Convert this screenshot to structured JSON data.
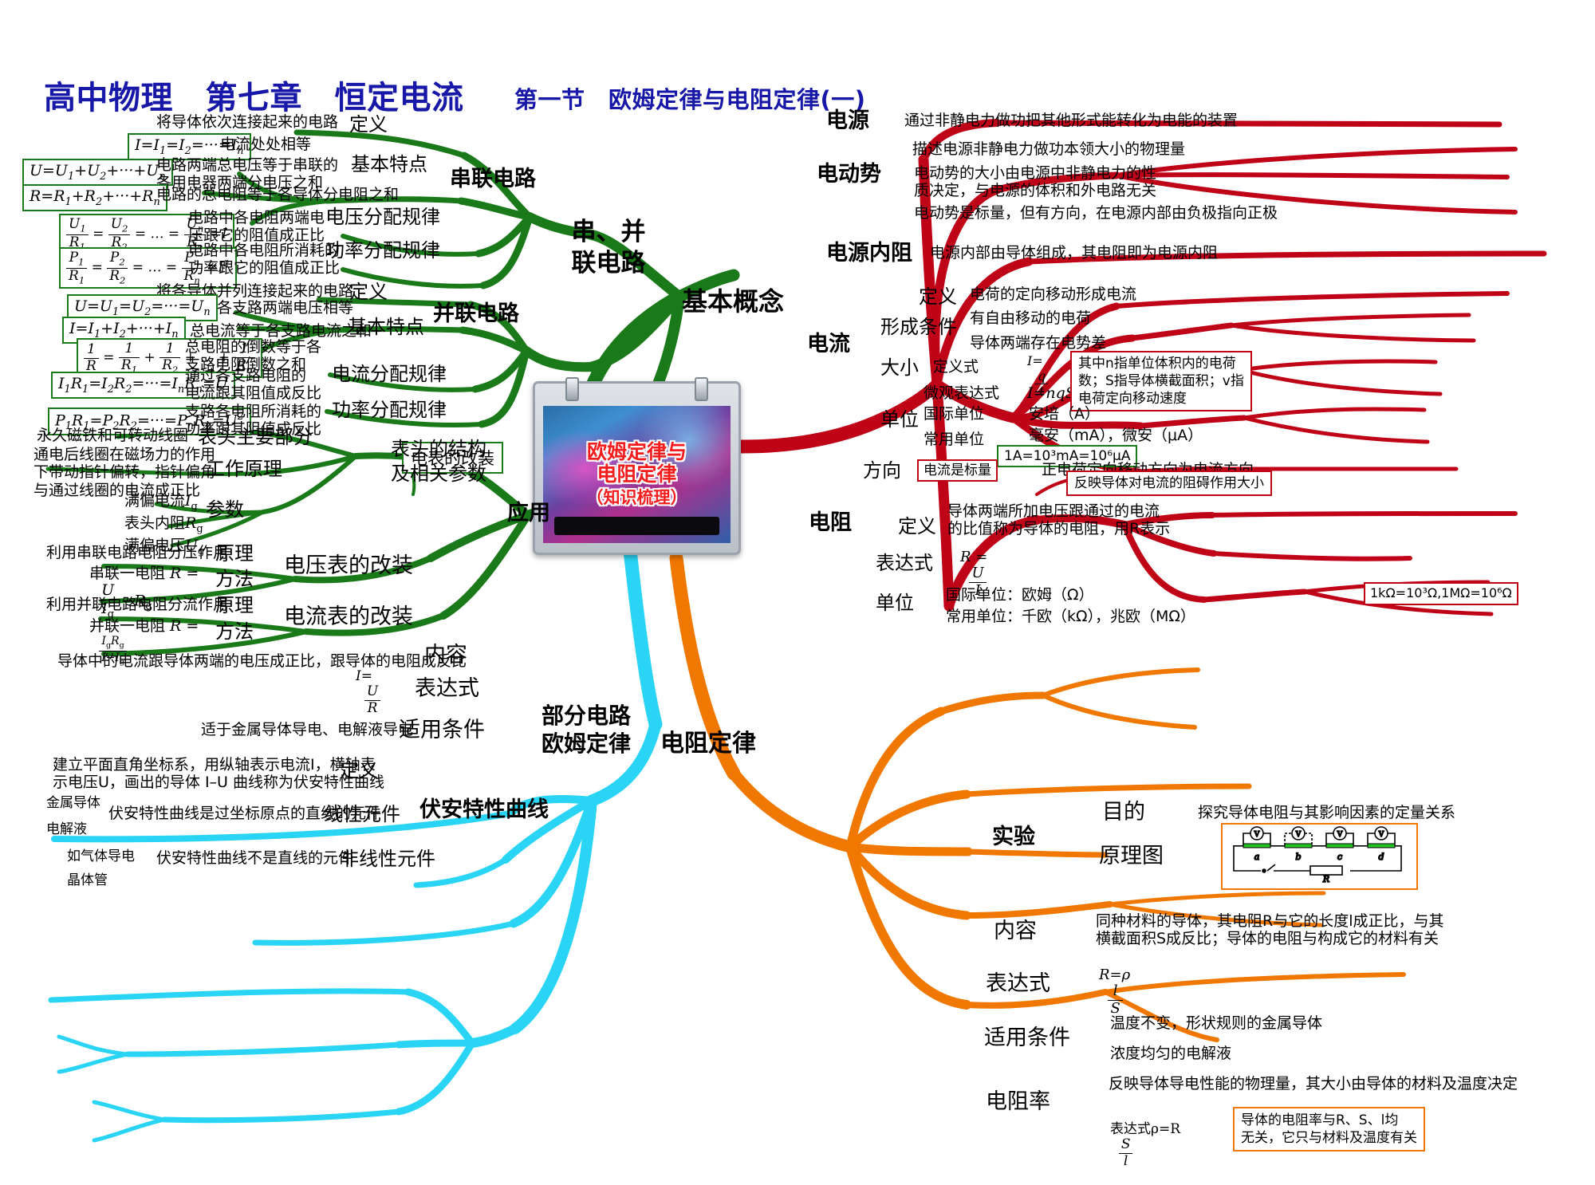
{
  "title": "高中物理　第七章　恒定电流",
  "subtitle": "第一节　欧姆定律与电阻定律(一)",
  "center": {
    "line1": "欧姆定律与",
    "line2": "电阻定律",
    "line3": "（知识梳理）"
  },
  "colors": {
    "title": "#1717a8",
    "green": "#1a7a1a",
    "red": "#c00418",
    "cyan": "#29d4f5",
    "orange": "#f07800"
  },
  "branches": {
    "series_parallel": "串、并\n联电路",
    "basic_concepts": "基本概念",
    "partial_ohm": "部分电路\n欧姆定律",
    "resistance_law": "电阻定律"
  },
  "series": {
    "label": "串联电路",
    "def_label": "定义",
    "def_text": "将导体依次连接起来的电路",
    "basic_label": "基本特点",
    "basic": [
      {
        "formula": "I=I₁=I₂=···=Iₙ",
        "text": "电流处处相等"
      },
      {
        "formula": "U=U₁+U₂+···+Uₙ",
        "text": "电路两端总电压等于串联的\n各用电器两端分电压之和"
      },
      {
        "formula": "R=R₁+R₂+···+Rₙ",
        "text": "电路的总电阻等于各导体分电阻之和"
      }
    ],
    "voltage_rule_label": "电压分配规律",
    "voltage_rule_text": "电路中各电阻两端电\n压跟它的阻值成正比",
    "power_rule_label": "功率分配规律",
    "power_rule_text": "电路中各电阻所消耗的\n功率跟它的阻值成正比"
  },
  "parallel": {
    "label": "并联电路",
    "def_label": "定义",
    "def_text": "将各导体并列连接起来的电路",
    "basic_label": "基本特点",
    "basic": [
      {
        "formula": "U=U₁=U₂=···=Uₙ",
        "text": "各支路两端电压相等"
      },
      {
        "formula": "I=I₁+I₂+···+Iₙ",
        "text": "总电流等于各支路电流之和"
      },
      {
        "formula": "1/R=1/R₁+1/R₂+…+1/Rₙ",
        "text": "总电阻的倒数等于各\n支路电阻倒数之和"
      }
    ],
    "current_rule_label": "电流分配规律",
    "current_rule_formula": "I₁R₁=I₂R₂=···=IₙRₙ=U",
    "current_rule_text": "通过各支路电阻的\n电流跟其阻值成反比",
    "power_rule_label": "功率分配规律",
    "power_rule_formula": "P₁R₁=P₂R₂=···=PₙRₙ=U²",
    "power_rule_text": "支路各电阻所消耗的\n功率跟其阻值成反比"
  },
  "application": {
    "label": "应用",
    "meter_mod_box": "电表的改装",
    "head_struct_label": "表头的结构\n及相关参数",
    "main_parts_label": "表头主要部分",
    "main_parts_text": "永久磁铁和可转动线圈",
    "principle_label": "工作原理",
    "principle_text": "通电后线圈在磁场力的作用\n下带动指针偏转，指针偏角\n与通过线圈的电流成正比",
    "params_label": "参数",
    "params": [
      "满偏电流Ig",
      "表头内阻Rg",
      "满偏电压Ug"
    ],
    "voltmeter_label": "电压表的改装",
    "voltmeter_principle_label": "原理",
    "voltmeter_principle_text": "利用串联电路电阻分压作用",
    "voltmeter_method_label": "方法",
    "voltmeter_method_text": "串联一电阻 R = U/Ig − Rg",
    "ammeter_label": "电流表的改装",
    "ammeter_principle_label": "原理",
    "ammeter_principle_text": "利用并联电路电阻分流作用",
    "ammeter_method_label": "方法",
    "ammeter_method_text": "并联一电阻 R = IgRg/(I−Ig)"
  },
  "partial_ohm": {
    "content_label": "内容",
    "content_text": "导体中的电流跟导体两端的电压成正比，跟导体的电阻成反比",
    "formula_label": "表达式",
    "formula_text": "I = U/R",
    "condition_label": "适用条件",
    "condition_text": "适于金属导体导电、电解液导电",
    "curve_label": "伏安特性曲线",
    "curve_def_label": "定义",
    "curve_def_text": "建立平面直角坐标系，用纵轴表示电流I，横轴表\n示电压U，画出的导体 I–U 曲线称为伏安特性曲线",
    "linear_label": "线性元件",
    "linear_text": "伏安特性曲线是过坐标原点的直线的元件",
    "linear_examples": [
      "金属导体",
      "电解液"
    ],
    "nonlinear_label": "非线性元件",
    "nonlinear_text": "伏安特性曲线不是直线的元件",
    "nonlinear_examples": [
      "如气体导电",
      "晶体管"
    ]
  },
  "basic_concepts": {
    "power_source_label": "电源",
    "power_source_text": "通过非静电力做功把其他形式能转化为电能的装置",
    "emf_label": "电动势",
    "emf_texts": [
      "描述电源非静电力做功本领大小的物理量",
      "电动势的大小由电源中非静电力的性\n质决定，与电源的体积和外电路无关",
      "电动势是标量，但有方向，在电源内部由负极指向正极"
    ],
    "internal_r_label": "电源内阻",
    "internal_r_text": "电源内部由导体组成，其电阻即为电源内阻",
    "current_label": "电流",
    "current_def_label": "定义",
    "current_def_text": "电荷的定向移动形成电流",
    "current_cond_label": "形成条件",
    "current_cond": [
      "有自由移动的电荷",
      "导体两端存在电势差"
    ],
    "current_size_label": "大小",
    "current_def_formula_label": "定义式",
    "current_def_formula": "I = q/t",
    "current_micro_label": "微观表达式",
    "current_micro_formula": "I=nqSv",
    "current_note": "其中n指单位体积内的电荷\n数；S指导体横截面积；v指\n电荷定向移动速度",
    "current_unit_label": "单位",
    "si_unit_label": "国际单位",
    "si_unit_text": "安培（A）",
    "common_unit_label": "常用单位",
    "common_unit_text": "毫安（mA），微安（μA）",
    "unit_conv": "1A=10³mA=10⁶μA",
    "direction_label": "方向",
    "direction_scalar": "电流是标量",
    "direction_text": "正电荷定向移动方向为电流方向",
    "resistance_label": "电阻",
    "resistance_note": "反映导体对电流的阻碍作用大小",
    "resistance_def_label": "定义",
    "resistance_def_text": "导体两端所加电压跟通过的电流\n的比值称为导体的电阻，用R表示",
    "resistance_expr_label": "表达式",
    "resistance_expr": "R = U/I",
    "resistance_unit_label": "单位",
    "resistance_si": "国际单位：欧姆（Ω）",
    "resistance_common": "常用单位：千欧（kΩ），兆欧（MΩ）",
    "resistance_conv": "1kΩ=10³Ω,1MΩ=10⁶Ω"
  },
  "resistance_law": {
    "experiment_label": "实验",
    "purpose_label": "目的",
    "purpose_text": "探究导体电阻与其影响因素的定量关系",
    "diagram_label": "原理图",
    "diagram_nodes": [
      "a",
      "b",
      "c",
      "d"
    ],
    "diagram_meter": "V",
    "diagram_resistor": "R",
    "content_label": "内容",
    "content_text": "同种材料的导体，其电阻R与它的长度l成正比，与其\n横截面积S成反比；导体的电阻与构成它的材料有关",
    "expr_label": "表达式",
    "expr_text": "R=ρ l/S",
    "condition_label": "适用条件",
    "conditions": [
      "温度不变，形状规则的金属导体",
      "浓度均匀的电解液"
    ],
    "resistivity_label": "电阻率",
    "resistivity_text": "反映导体导电性能的物理量，其大小由导体的材料及温度决定",
    "resistivity_expr": "表达式ρ=R S/l",
    "resistivity_note": "导体的电阻率与R、S、l均\n无关，它只与材料及温度有关"
  }
}
